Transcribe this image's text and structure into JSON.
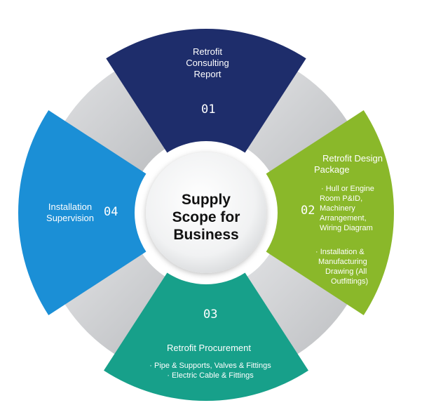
{
  "center": {
    "line1": "Supply",
    "line2": "Scope for",
    "line3": "Business"
  },
  "segments": [
    {
      "id": "01",
      "number": "01",
      "title_lines": [
        "Retrofit",
        "Consulting",
        "Report"
      ],
      "color": "#1e2d6b"
    },
    {
      "id": "02",
      "number": "02",
      "title_lines": [
        "Retrofit Design",
        "Package"
      ],
      "bullets": [
        [
          "· Hull or Engine",
          "Room P&ID,",
          "Machinery",
          "Arrangement,",
          "Wiring Diagram"
        ],
        [
          "· Installation &",
          "Manufacturing",
          "Drawing (All",
          "Outfittings)"
        ]
      ],
      "color": "#8ab82a"
    },
    {
      "id": "03",
      "number": "03",
      "title_lines": [
        "Retrofit Procurement"
      ],
      "bullets": [
        [
          "· Pipe & Supports, Valves & Fittings"
        ],
        [
          "· Electric Cable & Fittings"
        ]
      ],
      "color": "#17a08a"
    },
    {
      "id": "04",
      "number": "04",
      "title_lines": [
        "Installation",
        "Supervision"
      ],
      "color": "#1b8fd6"
    }
  ],
  "connector_color": "#c9cbcd"
}
